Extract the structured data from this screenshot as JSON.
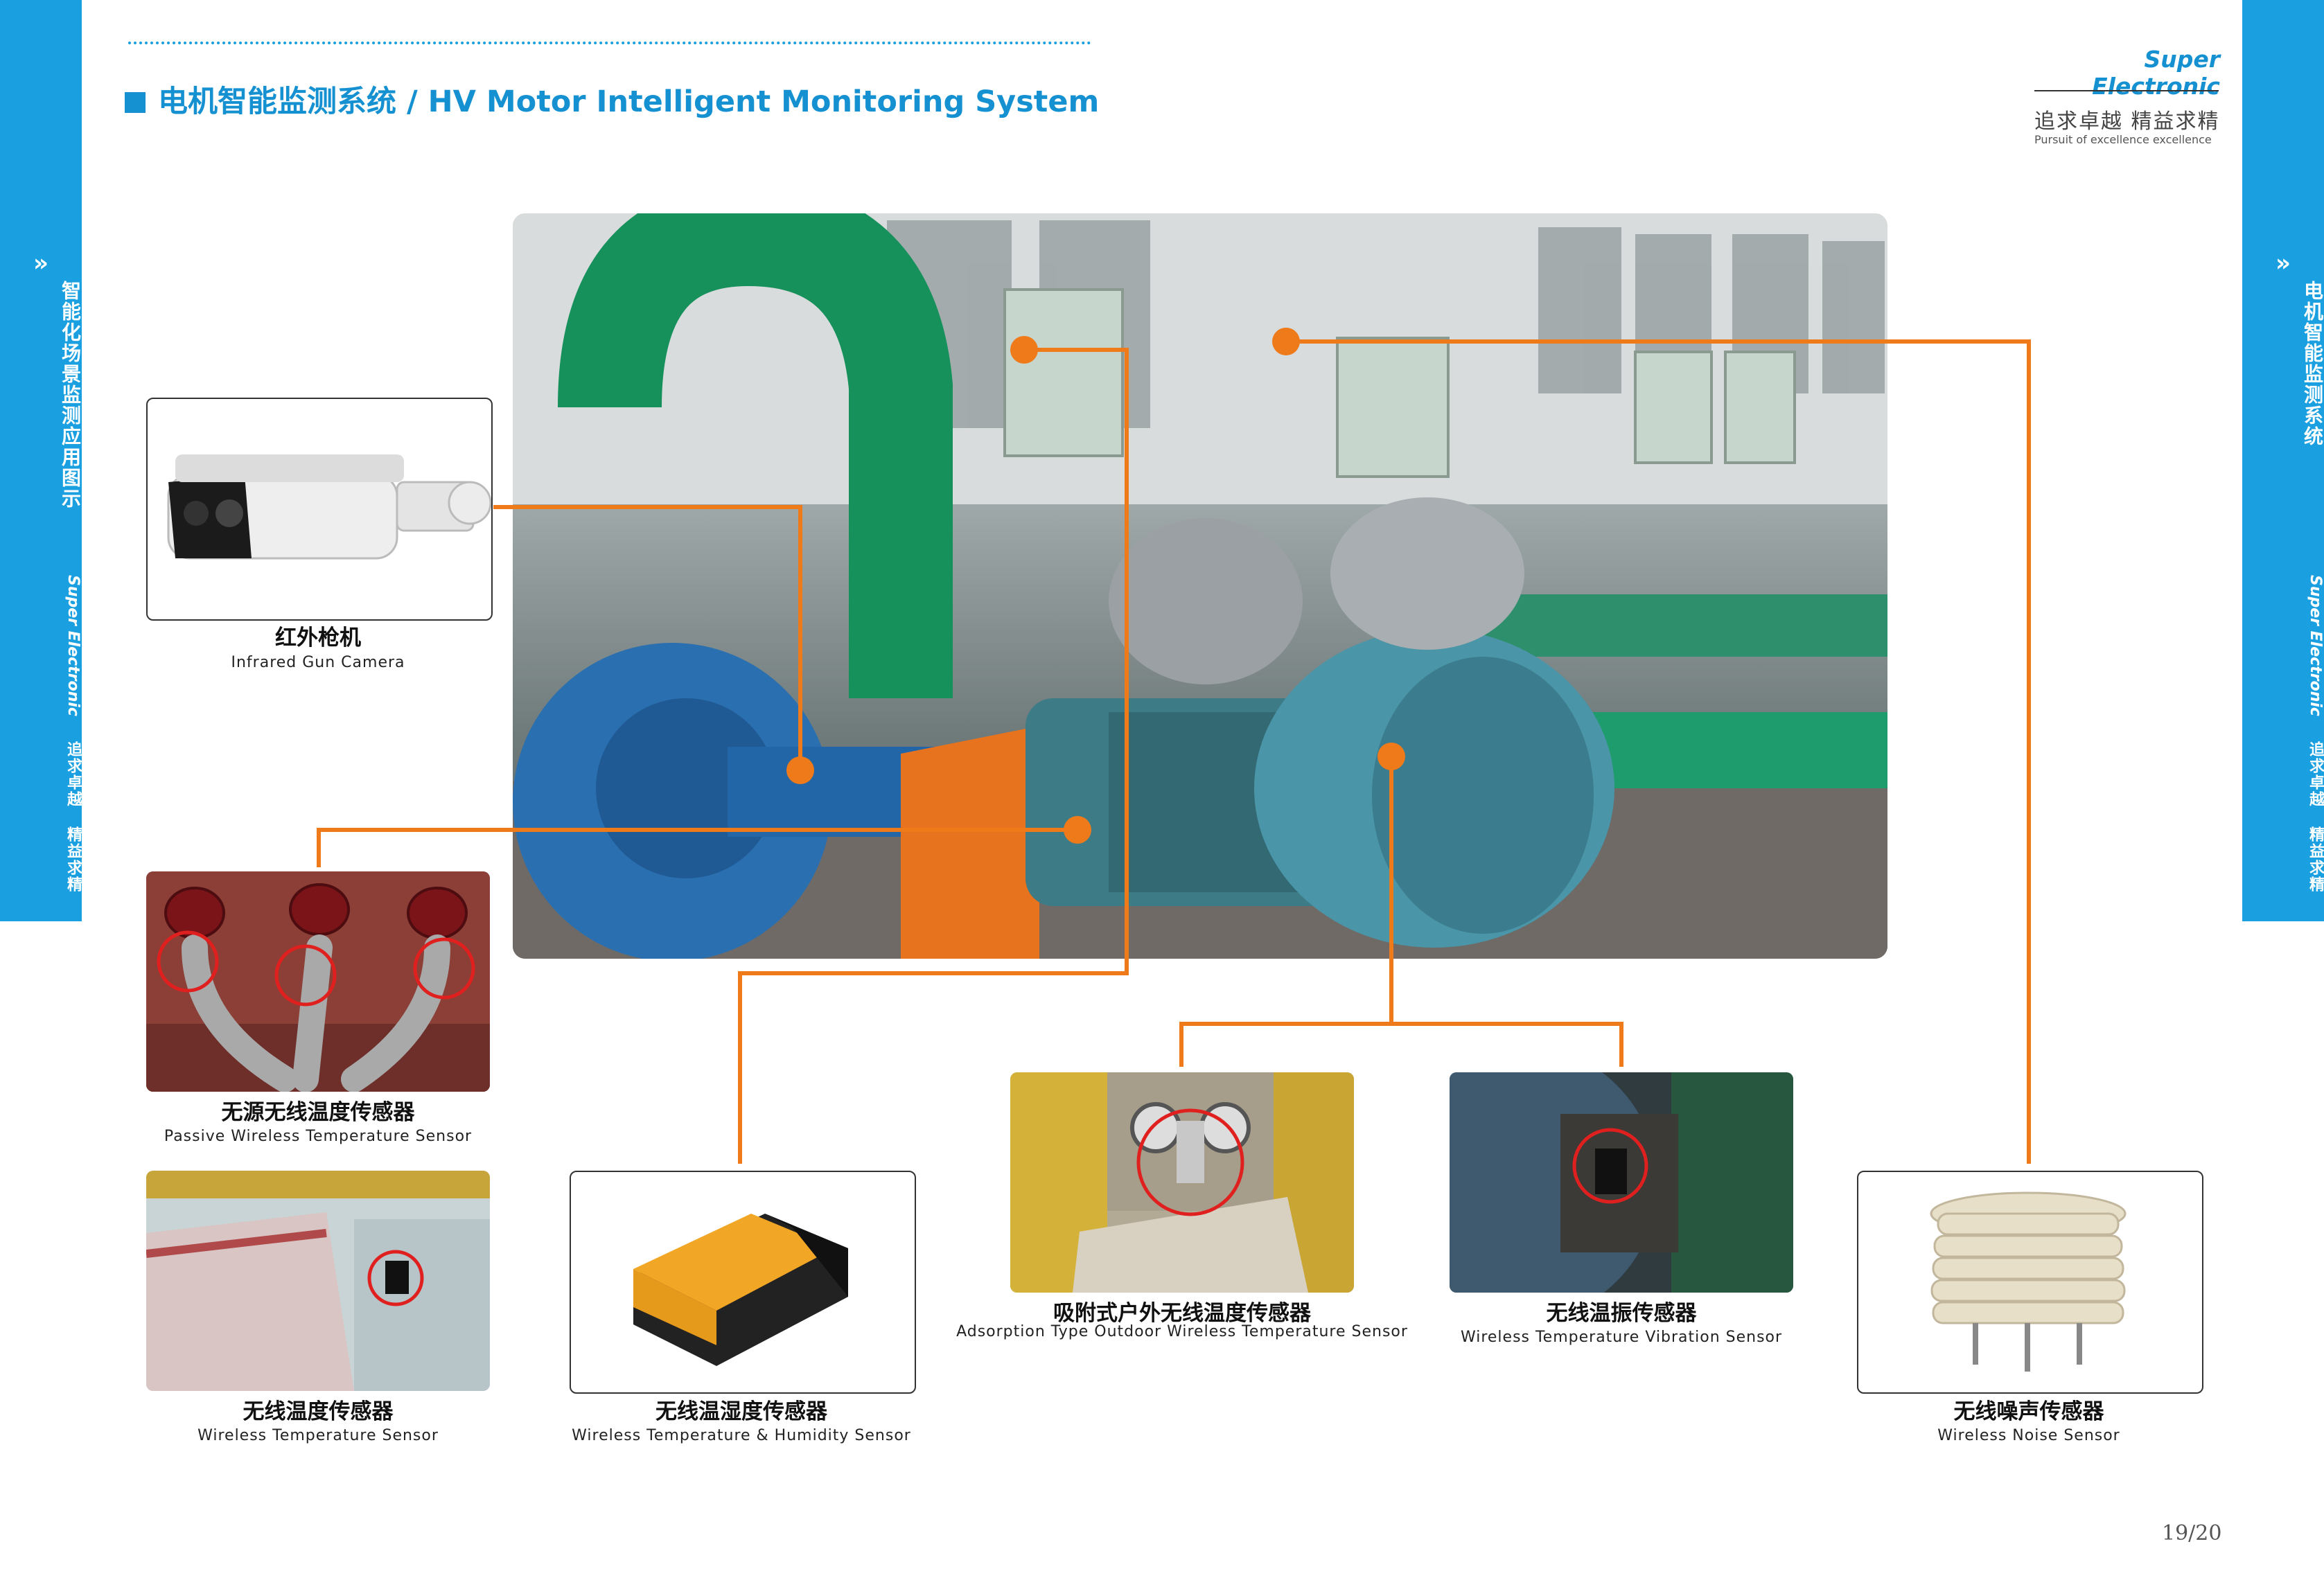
{
  "header": {
    "title": "电机智能监测系统 / HV Motor Intelligent Monitoring System",
    "brand": "Super Electronic",
    "slogan_cn": "追求卓越 精益求精",
    "slogan_en": "Pursuit of excellence excellence"
  },
  "left_band": {
    "chevron": "»",
    "vertical_cn": "智能化场景监测应用图示",
    "vertical_en": "Super Electronic",
    "vertical_slogan": "追求卓越 精益求精"
  },
  "right_band": {
    "chevron": "»",
    "vertical_cn": "电机智能监测系统",
    "vertical_en": "Super Electronic",
    "vertical_slogan": "追求卓越 精益求精"
  },
  "main_photo": {
    "icon": "motor-pump-photo"
  },
  "sensors": [
    {
      "cn": "红外枪机",
      "en": "Infrared Gun Camera",
      "icon": "infrared-gun-camera-icon"
    },
    {
      "cn": "无源无线温度传感器",
      "en": "Passive Wireless Temperature Sensor",
      "icon": "passive-temp-sensor-photo"
    },
    {
      "cn": "无线温度传感器",
      "en": "Wireless Temperature Sensor",
      "icon": "wireless-temp-sensor-photo"
    },
    {
      "cn": "无线温湿度传感器",
      "en": "Wireless Temperature & Humidity Sensor",
      "icon": "temp-humidity-sensor-icon"
    },
    {
      "cn": "吸附式户外无线温度传感器",
      "en": "Adsorption Type Outdoor Wireless Temperature Sensor",
      "icon": "adsorption-temp-sensor-photo"
    },
    {
      "cn": "无线温振传感器",
      "en": "Wireless Temperature Vibration Sensor",
      "icon": "temp-vibration-sensor-photo"
    },
    {
      "cn": "无线噪声传感器",
      "en": "Wireless Noise Sensor",
      "icon": "noise-sensor-icon"
    }
  ],
  "footer": {
    "page": "19/20"
  },
  "colors": {
    "accent": "#1aa0e0",
    "connector": "#ef7a1a",
    "highlight": "#e0201f"
  }
}
